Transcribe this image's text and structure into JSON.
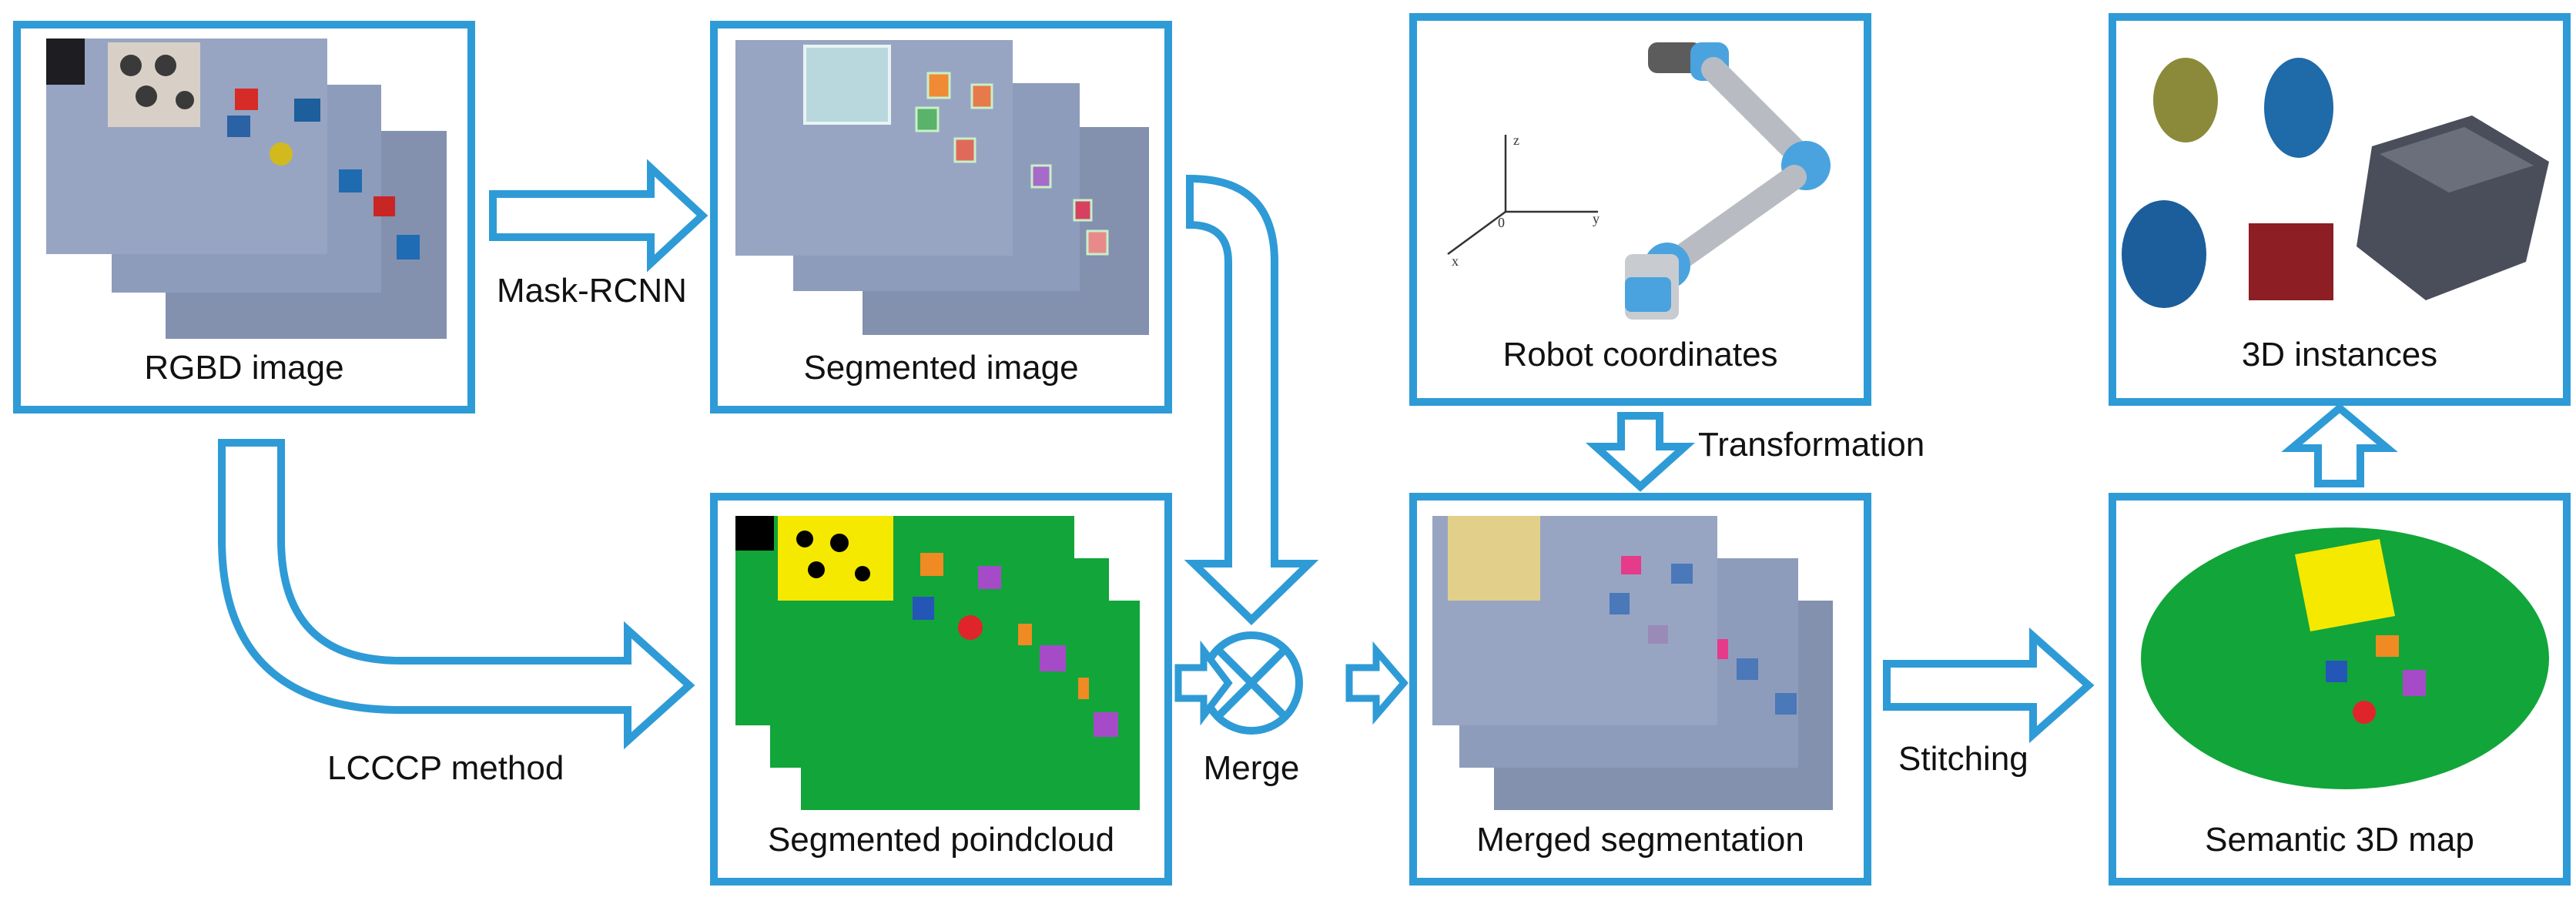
{
  "colors": {
    "frame": "#2E9BD6",
    "arrow_fill": "#ffffff",
    "text": "#111111",
    "segment_green": "#12A53A",
    "segment_yellow": "#F5E900",
    "photo_bg": "#8E9CBB",
    "robot_accent": "#4AA3DF"
  },
  "boxes": {
    "rgbd": {
      "caption": "RGBD image"
    },
    "segmented_image": {
      "caption": "Segmented image"
    },
    "robot": {
      "caption": "Robot coordinates",
      "axes": {
        "z": "z",
        "y": "y",
        "x": "x",
        "origin": "0"
      }
    },
    "instances": {
      "caption": "3D instances"
    },
    "pointcloud": {
      "caption": "Segmented poindcloud"
    },
    "merged": {
      "caption": "Merged segmentation"
    },
    "semantic_map": {
      "caption": "Semantic 3D map"
    }
  },
  "arrows": {
    "mask_rcnn": "Mask-RCNN",
    "lcccp": "LCCCP method",
    "merge": "Merge",
    "transformation": "Transformation",
    "stitching": "Stitching"
  }
}
